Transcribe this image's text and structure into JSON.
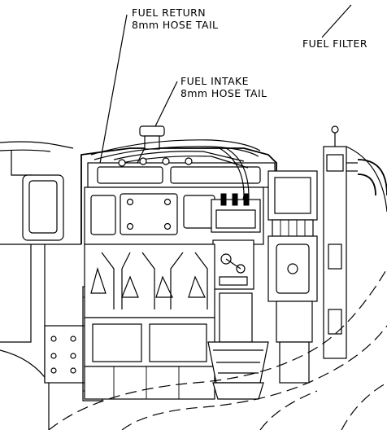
{
  "labels": {
    "fuel_return": {
      "line1": "FUEL RETURN",
      "line2": "8mm HOSE TAIL"
    },
    "fuel_intake": {
      "line1": "FUEL INTAKE",
      "line2": "8mm HOSE TAIL"
    },
    "fuel_filter": {
      "line1": "FUEL FILTER"
    }
  }
}
